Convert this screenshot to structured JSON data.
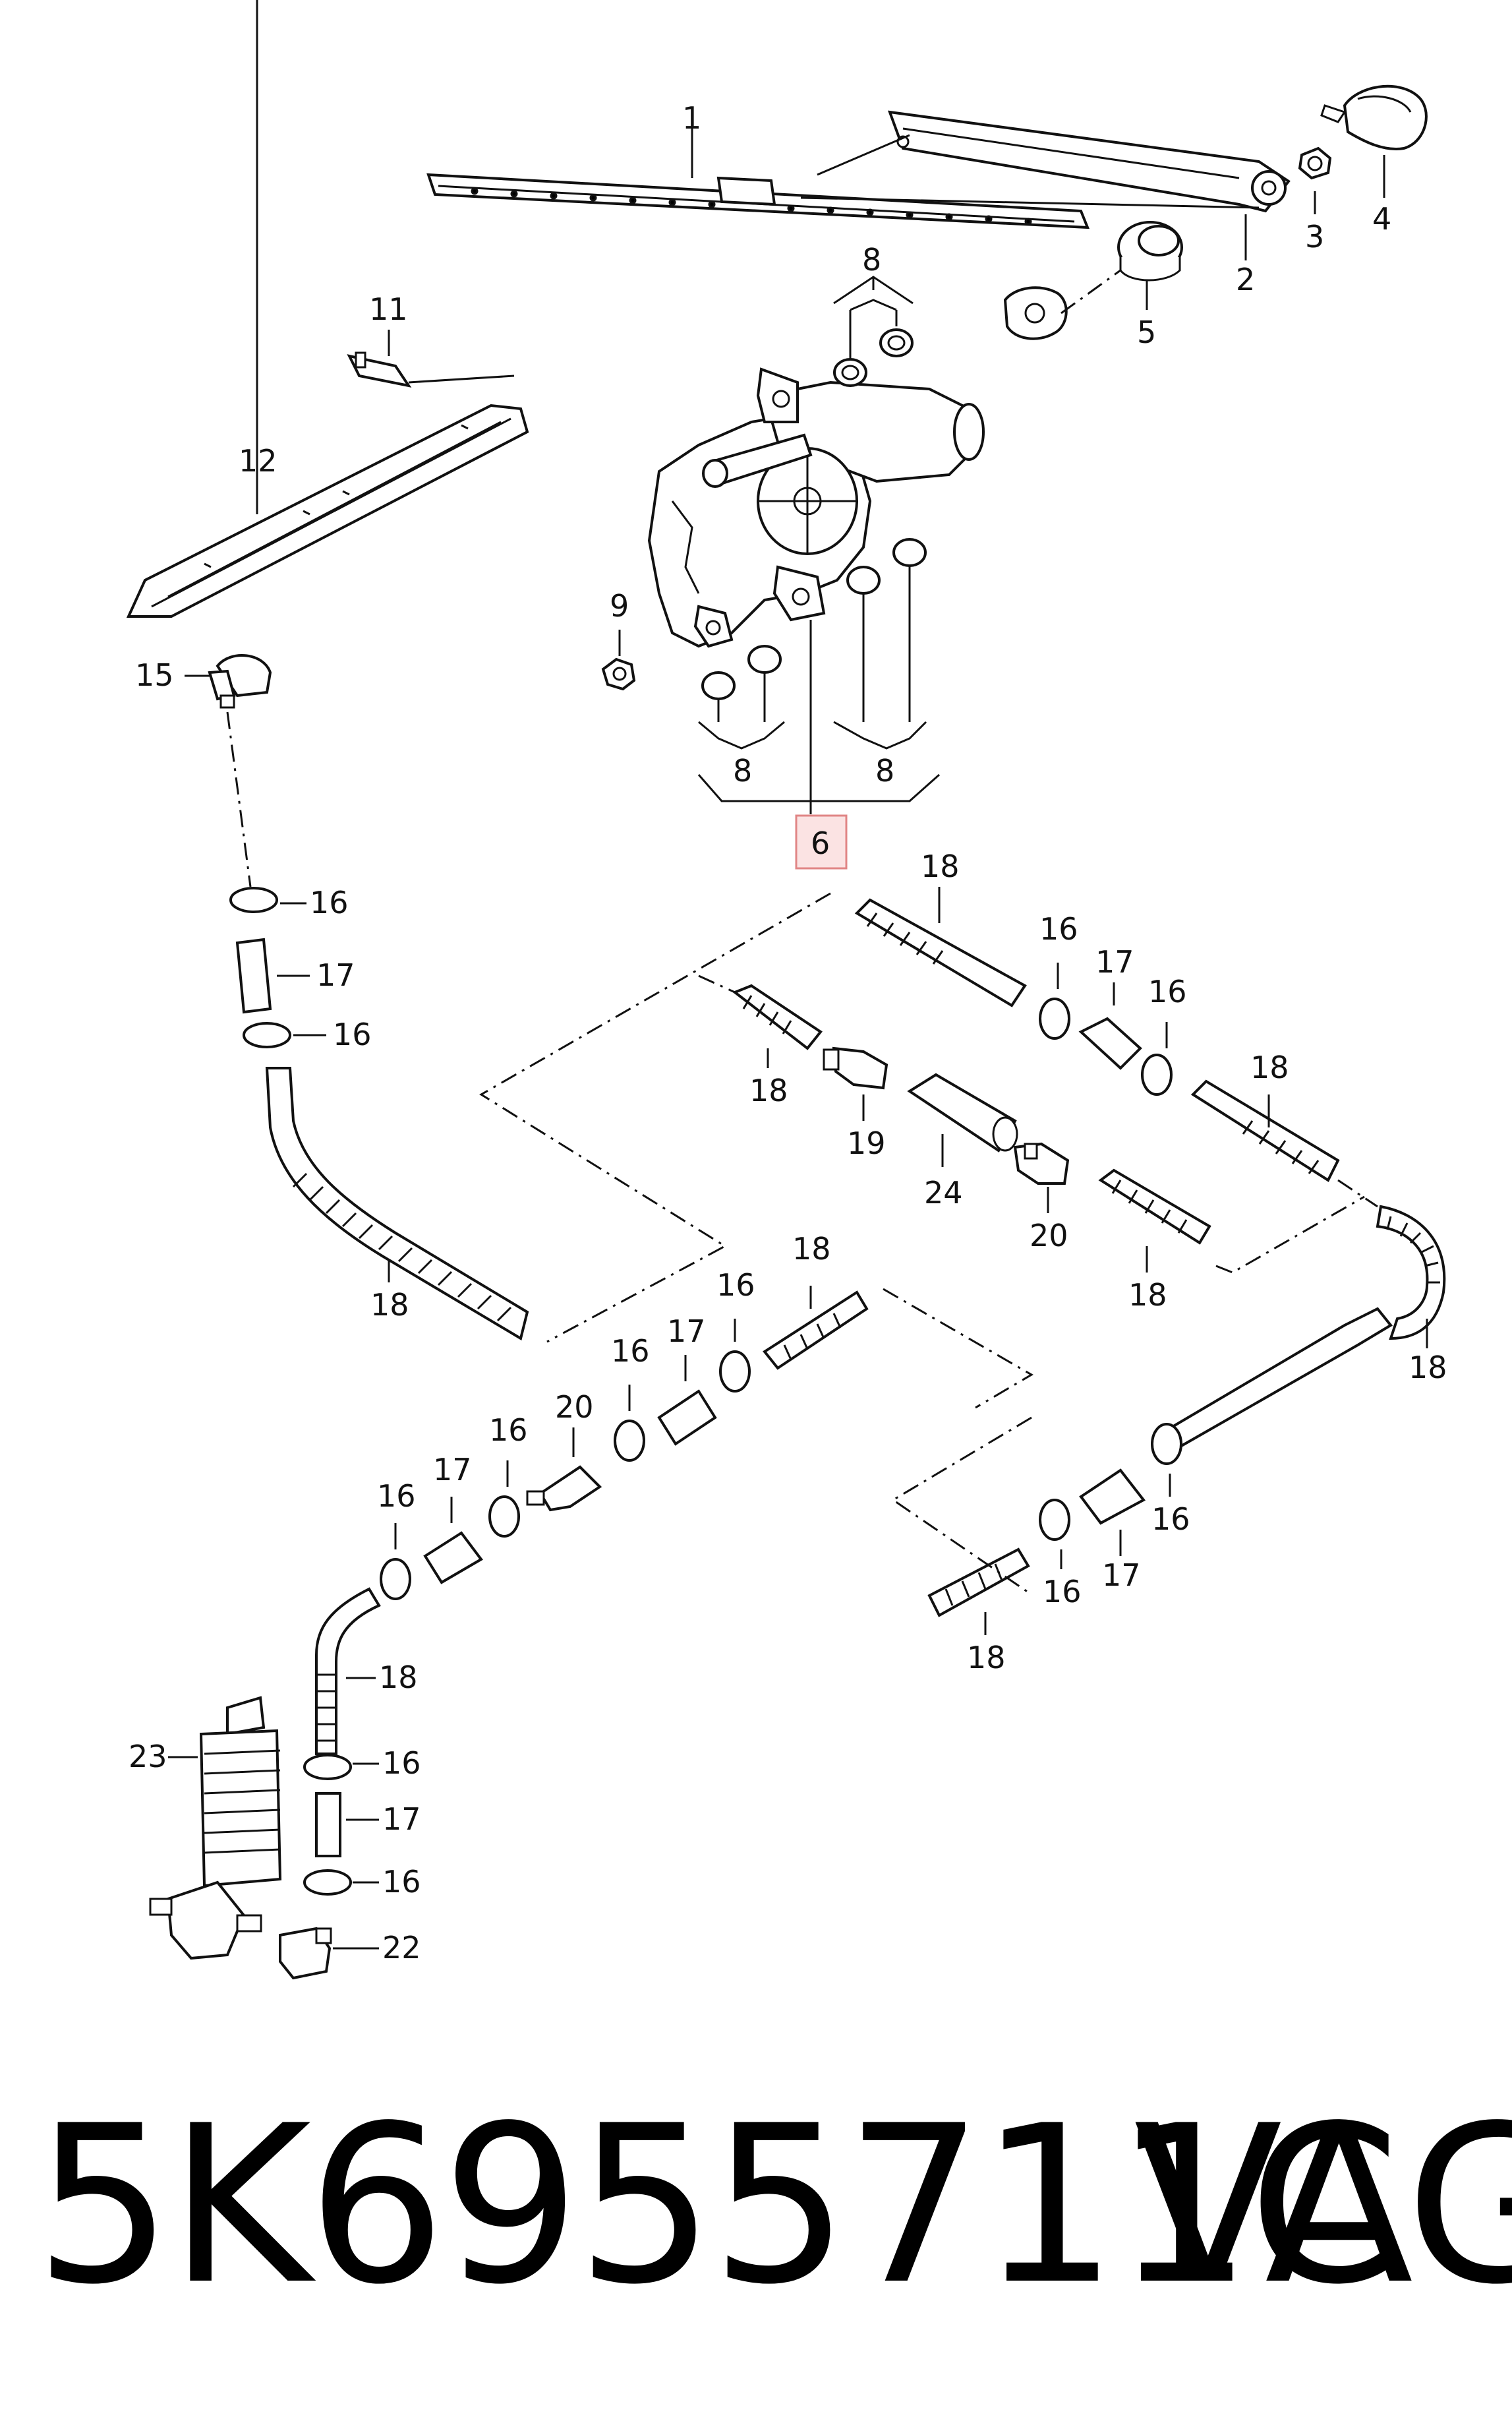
{
  "callouts": {
    "c1": "1",
    "c2": "2",
    "c3": "3",
    "c4": "4",
    "c5": "5",
    "c6": "6",
    "c8": "8",
    "c9": "9",
    "c11": "11",
    "c12": "12",
    "c15": "15",
    "c16": "16",
    "c17": "17",
    "c18": "18",
    "c19": "19",
    "c20": "20",
    "c22": "22",
    "c23": "23",
    "c24": "24"
  },
  "highlighted_callout": "6",
  "footer": {
    "part_number": "5K6955711C",
    "brand": "VAG"
  },
  "colors": {
    "highlight_fill": "#fbe3e3",
    "highlight_border": "#e08585",
    "ink": "#111111"
  }
}
